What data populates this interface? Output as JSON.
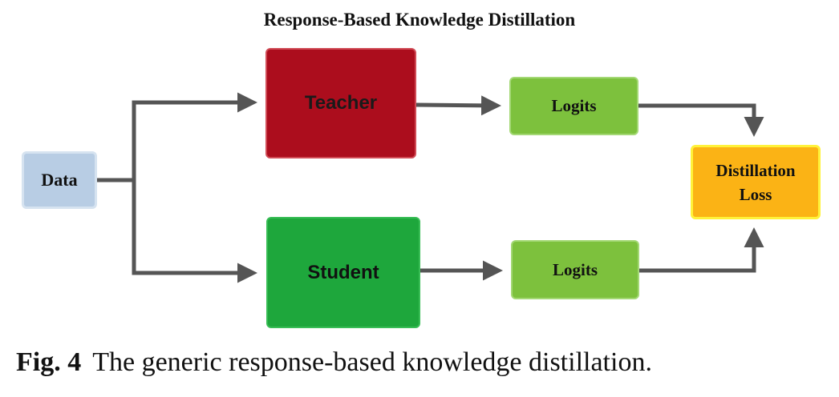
{
  "diagram": {
    "title": "Response-Based Knowledge Distillation",
    "nodes": {
      "data": "Data",
      "teacher": "Teacher",
      "student": "Student",
      "logits_teacher": "Logits",
      "logits_student": "Logits",
      "loss_line1": "Distillation",
      "loss_line2": "Loss"
    },
    "colors": {
      "data": "#b8cde4",
      "teacher": "#ac0d1d",
      "student": "#1ea73c",
      "logits": "#7dc13d",
      "loss": "#fbb315",
      "arrow": "#555555"
    },
    "edges": [
      {
        "from": "data",
        "to": "teacher"
      },
      {
        "from": "data",
        "to": "student"
      },
      {
        "from": "teacher",
        "to": "logits_teacher"
      },
      {
        "from": "student",
        "to": "logits_student"
      },
      {
        "from": "logits_teacher",
        "to": "loss"
      },
      {
        "from": "logits_student",
        "to": "loss"
      }
    ]
  },
  "caption": {
    "label": "Fig. 4",
    "text": "The generic response-based knowledge distillation."
  }
}
